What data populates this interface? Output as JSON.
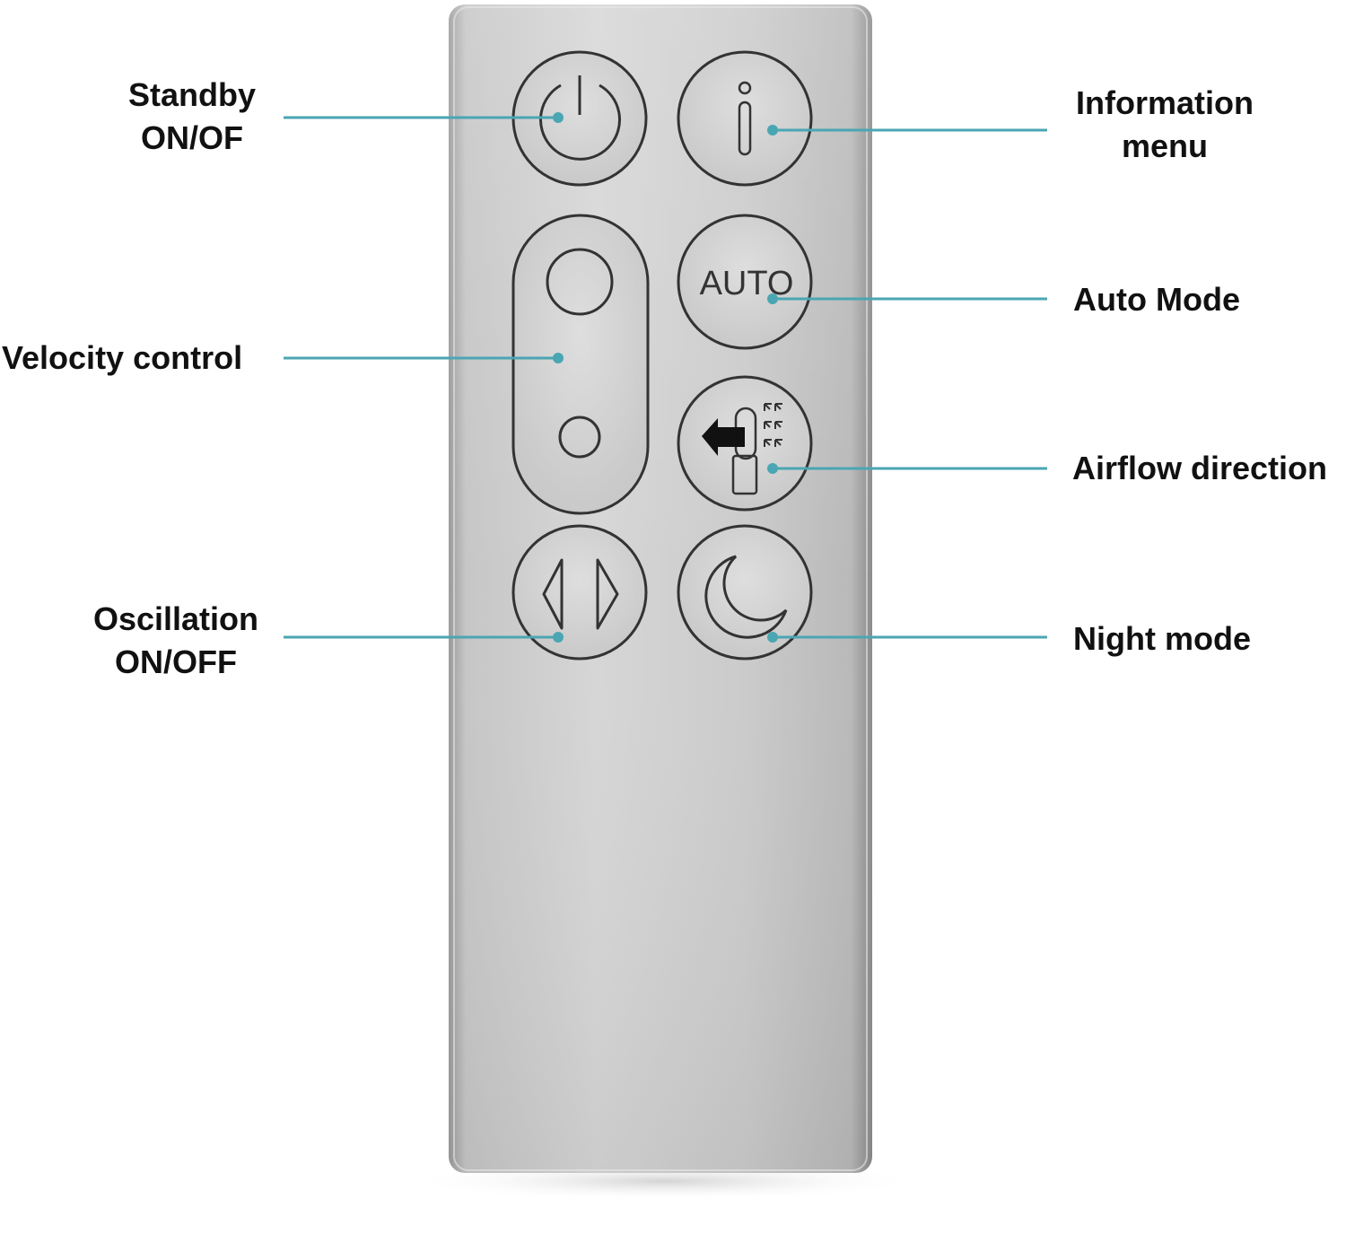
{
  "callouts": {
    "standby": {
      "line1": "Standby",
      "line2": "ON/OF"
    },
    "information": {
      "line1": "Information",
      "line2": "menu"
    },
    "velocity": {
      "line1": "Velocity control"
    },
    "auto": {
      "line1": "Auto Mode"
    },
    "airflow": {
      "line1": "Airflow direction"
    },
    "oscillation": {
      "line1": "Oscillation",
      "line2": "ON/OFF"
    },
    "night": {
      "line1": "Night mode"
    }
  },
  "remote": {
    "auto_button_text": "AUTO"
  },
  "icons": {
    "power": "power-icon",
    "info": "info-icon",
    "speed_up": "speed-up-icon",
    "speed_down": "speed-down-icon",
    "airflow": "airflow-direction-icon",
    "oscillation": "oscillation-icon",
    "night": "moon-icon"
  },
  "colors": {
    "leader_line": "#4aa6b3",
    "remote_body": "#cfcfcf",
    "button_outline": "#333333",
    "label_text": "#111111"
  }
}
